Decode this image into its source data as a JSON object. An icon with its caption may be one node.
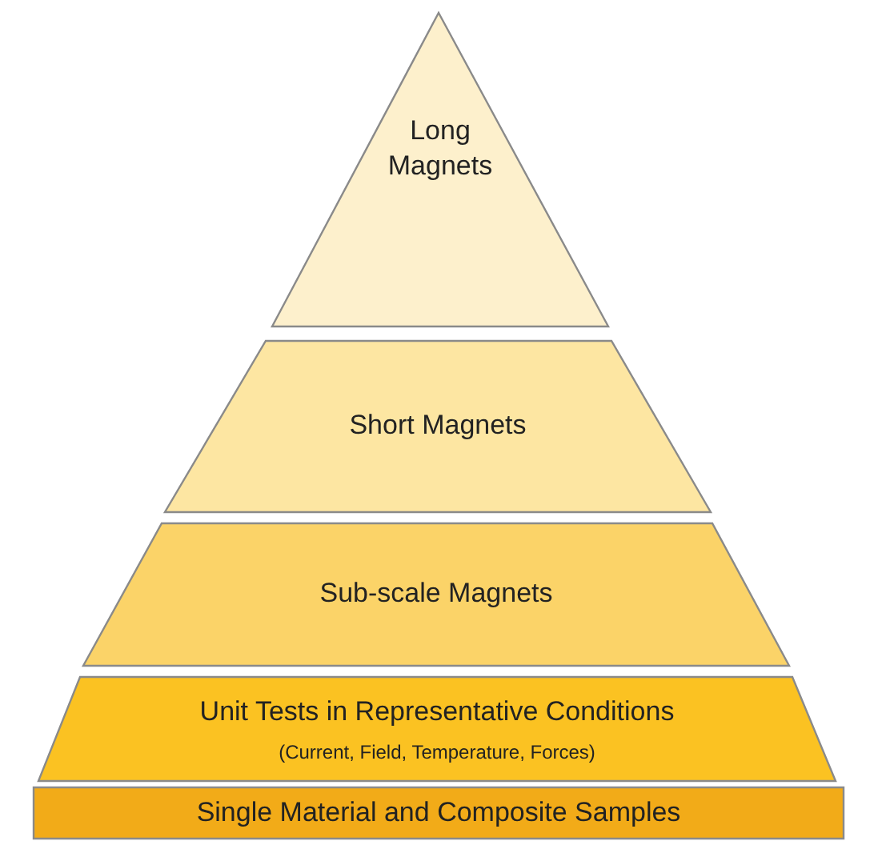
{
  "diagram": {
    "nodes": [
      {
        "text": [
          "Long Magnets"
        ]
      },
      {
        "text": [
          "Short Magnets"
        ]
      },
      {
        "text": [
          "Sub-scale Magnets"
        ]
      },
      {
        "text": [
          "Unit Tests in Representative Conditions",
          "(Current, Field, Temperature, Forces)"
        ]
      },
      {
        "text": [
          "Single Material and Composite Samples"
        ]
      }
    ]
  }
}
